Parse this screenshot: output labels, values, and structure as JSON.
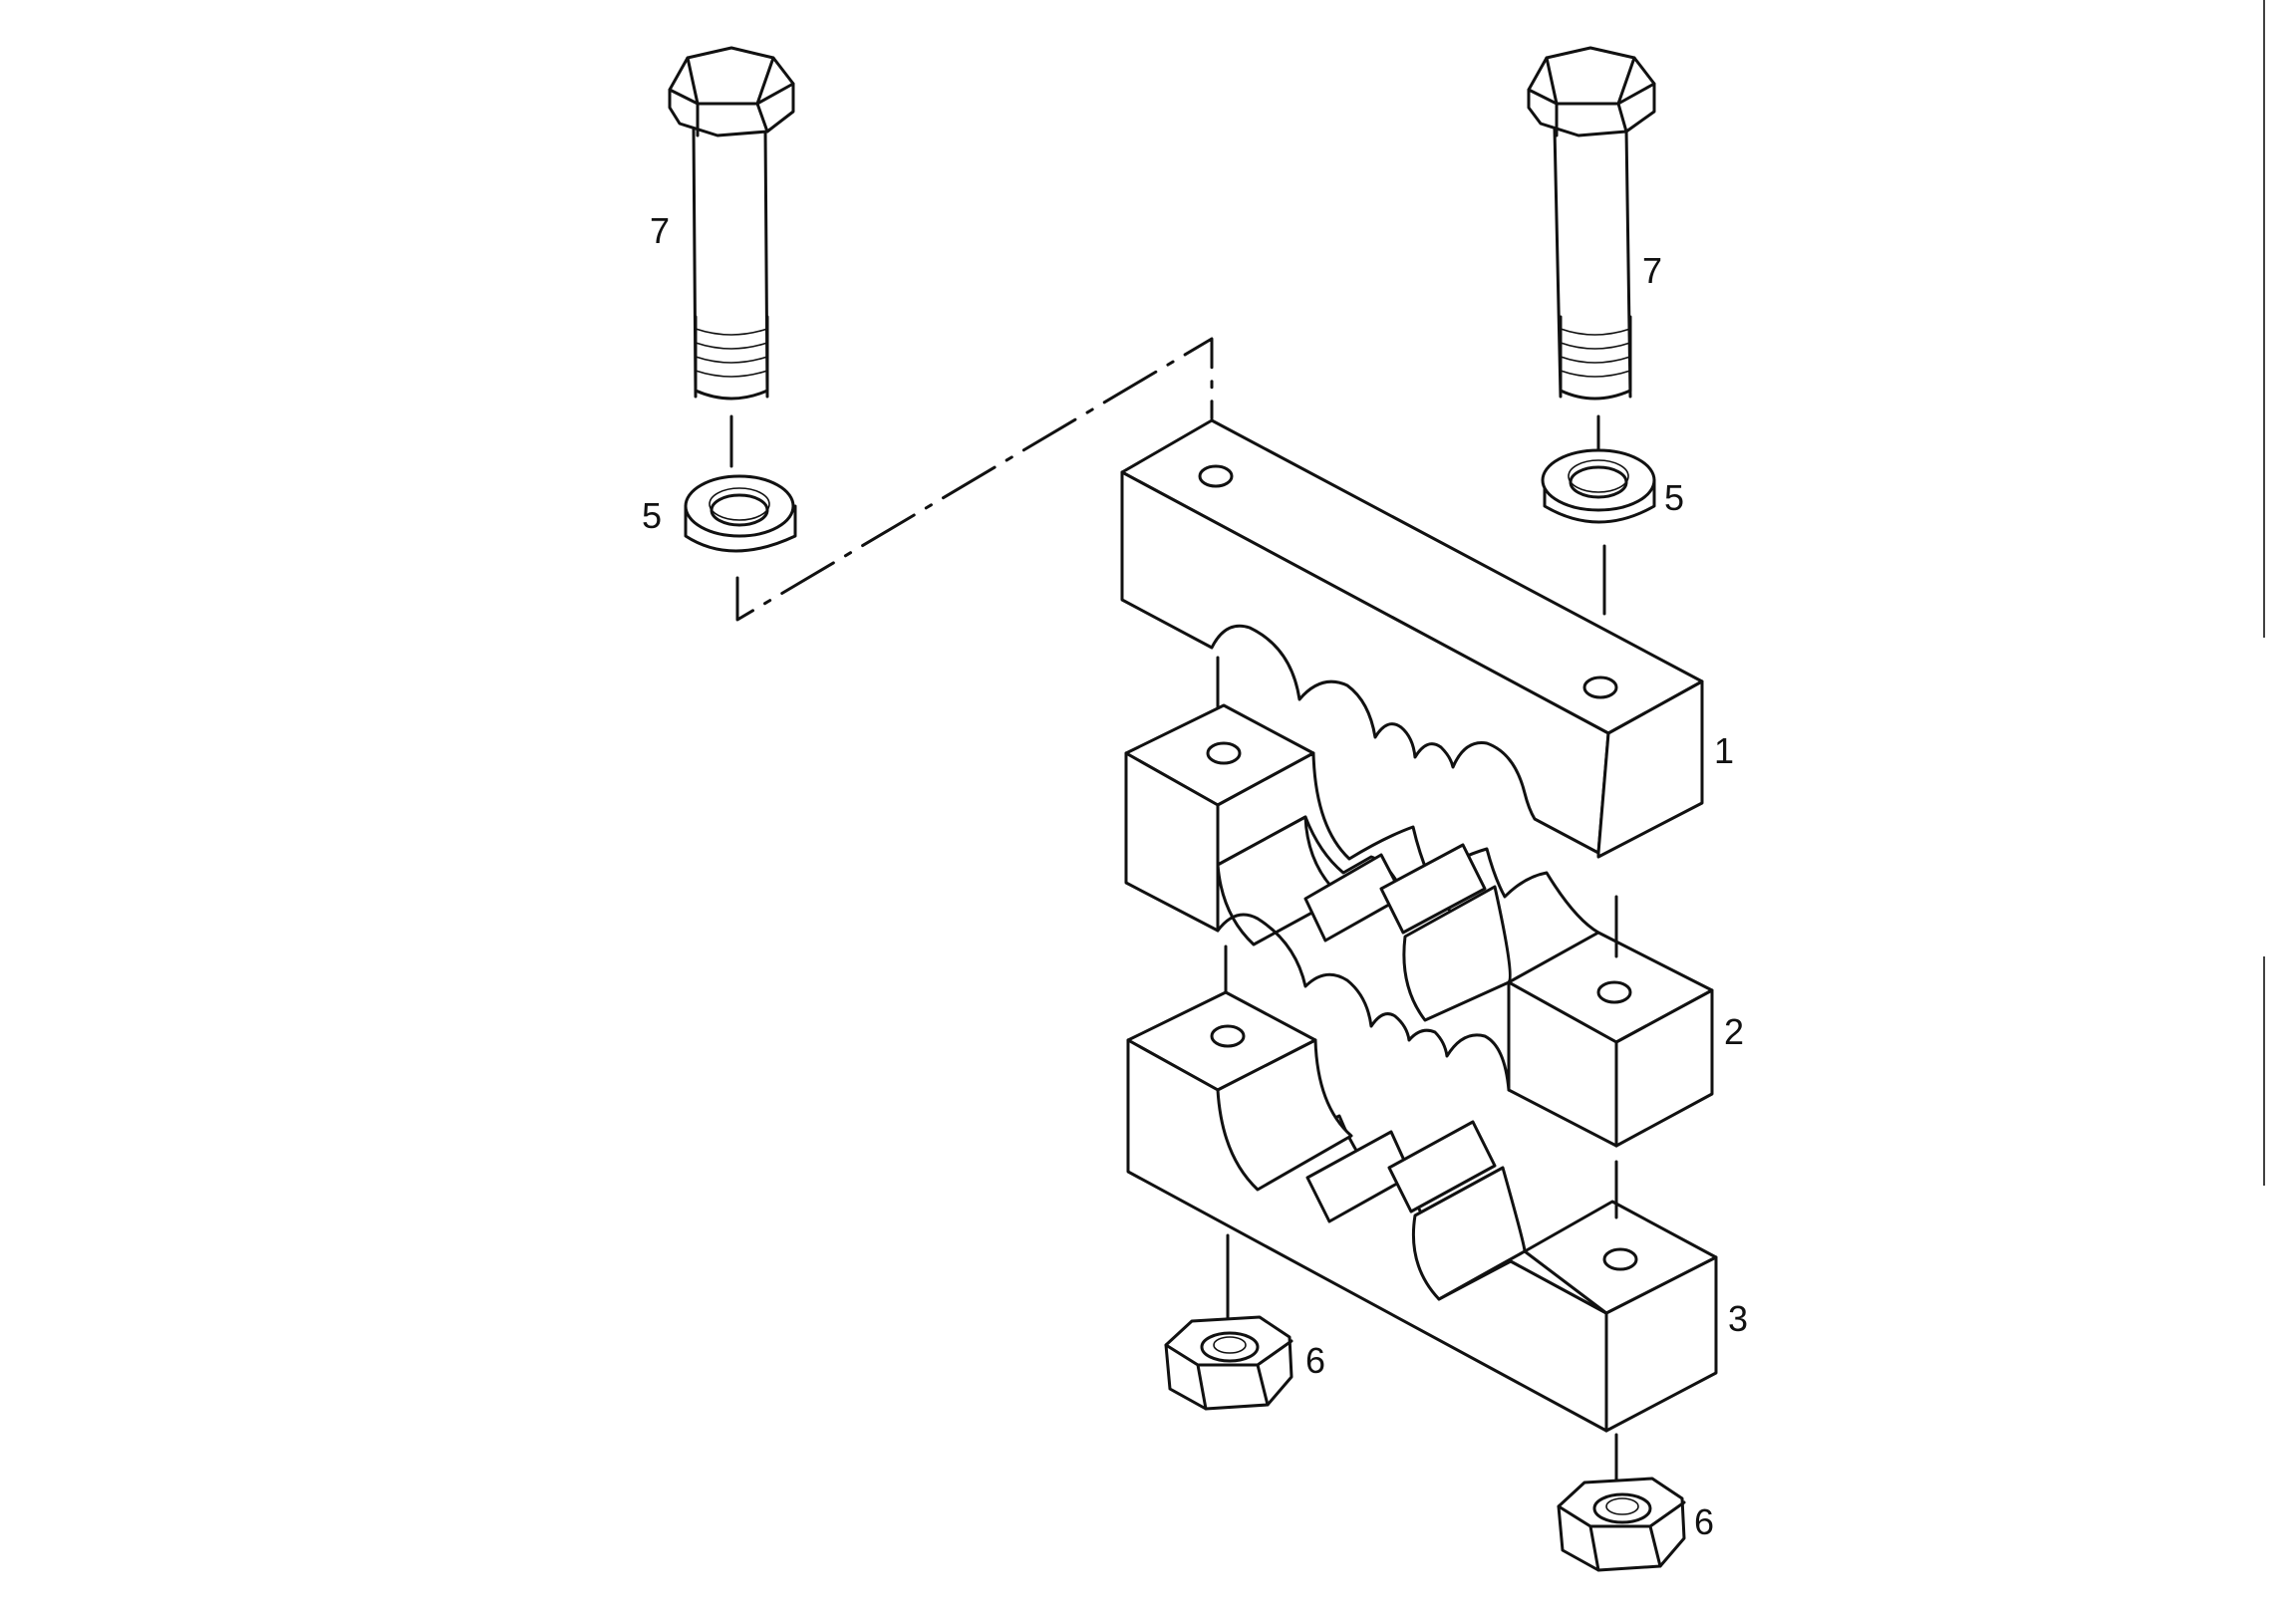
{
  "callouts": {
    "top_block": "1",
    "middle_block": "2",
    "bottom_block": "3",
    "washer": "5",
    "nut": "6",
    "bolt": "7"
  }
}
